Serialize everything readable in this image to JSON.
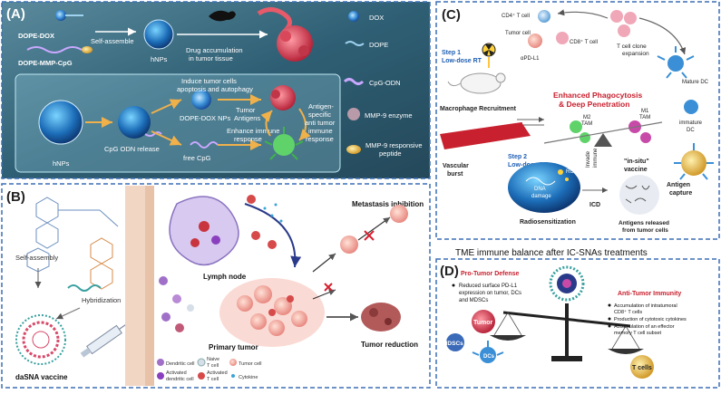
{
  "panel_a": {
    "tag": "(A)",
    "top_row": {
      "dope_dox": "DOPE-DOX",
      "dope_mmp_cpg": "DOPE-MMP-CpG",
      "self_assemble": "Self-assemble",
      "hnps": "hNPs",
      "drug_accumulation_l1": "Drug accumulation",
      "drug_accumulation_l2": "in tumor tissue"
    },
    "inner": {
      "hnps": "hNPs",
      "cpg_odn_release": "CpG ODN release",
      "induce_l1": "Induce tumor cells",
      "induce_l2": "apoptosis and autophagy",
      "dope_dox_nps": "DOPE-DOX NPs",
      "free_cpg": "free CpG",
      "enhance_l1": "Enhance immune",
      "enhance_l2": "response",
      "tumor_antigens_l1": "Tumor",
      "tumor_antigens_l2": "Antigens",
      "antigen_l1": "Antigen-",
      "antigen_l2": "specific",
      "antigen_l3": "anti tumor",
      "antigen_l4": "immune",
      "antigen_l5": "response"
    },
    "legend": {
      "dox": "DOX",
      "dope": "DOPE",
      "cpg_odn": "CpG-ODN",
      "mmp9": "MMP-9 enzyme",
      "mmp9_pep_l1": "MMP-9 responsive",
      "mmp9_pep_l2": "peptide"
    }
  },
  "panel_b": {
    "tag": "(B)",
    "self_assembly": "Self-assembly",
    "hybridization": "Hybridization",
    "vaccine": "daSNA vaccine",
    "lymph_node": "Lymph node",
    "primary_tumor": "Primary tumor",
    "metastasis": "Metastasis inhibition",
    "tumor_reduction": "Tumor reduction",
    "legend": {
      "dendritic": "Dendritic cell",
      "naive_l1": "Naive",
      "naive_l2": "T cell",
      "tumor_cell": "Tumor cell",
      "act_dc_l1": "Activated",
      "act_dc_l2": "dendritic cell",
      "act_t_l1": "Activated",
      "act_t_l2": "T cell",
      "cytokine": "Cytokine"
    }
  },
  "panel_c": {
    "tag": "(C)",
    "cd4": "CD4⁺ T cell",
    "cd8": "CD8⁺ T cell",
    "tumor_cell": "Tumor cell",
    "apdl1": "αPD-L1",
    "tcell_l1": "T cell clone",
    "tcell_l2": "expansion",
    "mature_dc": "Mature DC",
    "step1_l1": "Step 1",
    "step1_l2": "Low-dose RT",
    "enh_l1": "Enhanced Phagocytosis",
    "enh_l2": "& Deep Penetration",
    "macrophage": "Macrophage Recruitment",
    "m2_l1": "M2",
    "m2_l2": "TAM",
    "m1_l1": "M1",
    "m1_l2": "TAM",
    "immature_l1": "immature",
    "immature_l2": "DC",
    "vascular_l1": "Vascular",
    "vascular_l2": "burst",
    "step2_l1": "Step 2",
    "step2_l2": "Low-dose RT",
    "ros": "ROS",
    "dna_l1": "DNA",
    "dna_l2": "damage",
    "insitu_l1": "\"in-situ\"",
    "insitu_l2": "vaccine",
    "invade_l1": "Invade",
    "invade_l2": "immune",
    "antigen_l1": "Antigen",
    "antigen_l2": "capture",
    "radio": "Radiosensitization",
    "icd": "ICD",
    "released_l1": "Antigens released",
    "released_l2": "from tumor cells"
  },
  "panel_d": {
    "header": "TME immune balance after IC-SNAs treatments",
    "tag": "(D)",
    "pro_title": "Pro-Tumor Defense",
    "pro_l1": "Reduced surface PD-L1",
    "pro_l2": "expression on tumor, DCs",
    "pro_l3": "and MDSCs",
    "tumor": "Tumor",
    "mdscs": "MDSCs",
    "dcs": "DCs",
    "anti_title": "Anti-Tumor Immunity",
    "anti_b1_l1": "Accumulation of intratumoral",
    "anti_b1_l2": "CD8⁺ T cells",
    "anti_b2": "Production of cytotoxic cytokines",
    "anti_b3_l1": "Accumulation of an effector",
    "anti_b3_l2": "memory T cell subset",
    "tcells": "T cells"
  },
  "colors": {
    "panel_border": "#3b6fb6",
    "panel_a_bg": "#2f5e73",
    "step_blue": "#1f5fb3",
    "red_title": "#c8202e",
    "tumor_red": "#cf3a48"
  }
}
